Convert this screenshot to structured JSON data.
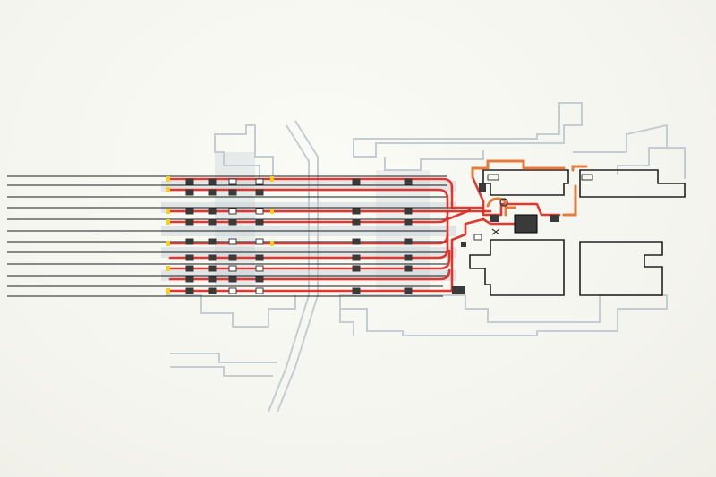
{
  "drawing": {
    "description_visible_text": "",
    "colors": {
      "background": "#f5f5ef",
      "ghost_plan": "#c3cdd3",
      "ghost_plan_dark": "#a9b6be",
      "track_line": "#1a1a1a",
      "cable_route": "#e0271f",
      "secondary_route": "#e87b3c",
      "building_outline": "#222222",
      "equipment_box": "#3a3a3a",
      "marker_yellow": "#f2d21b"
    },
    "track_count": 12,
    "cable_route_count": 7,
    "equipment_columns": 6
  }
}
